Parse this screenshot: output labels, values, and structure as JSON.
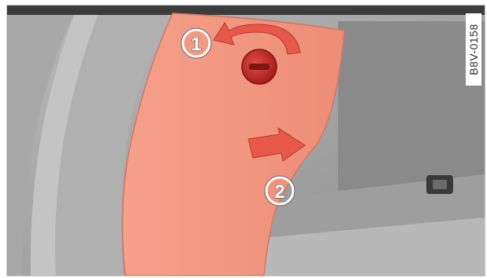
{
  "figure": {
    "code": "B8V-0158",
    "steps": [
      {
        "number": "1",
        "action": "rotate-counterclockwise"
      },
      {
        "number": "2",
        "action": "pull-outward"
      }
    ],
    "colors": {
      "highlight_panel": "#f0907a",
      "arrow": "#e8584a",
      "knob": "#d0302c",
      "trim_gray": "#8c8c8c"
    }
  }
}
